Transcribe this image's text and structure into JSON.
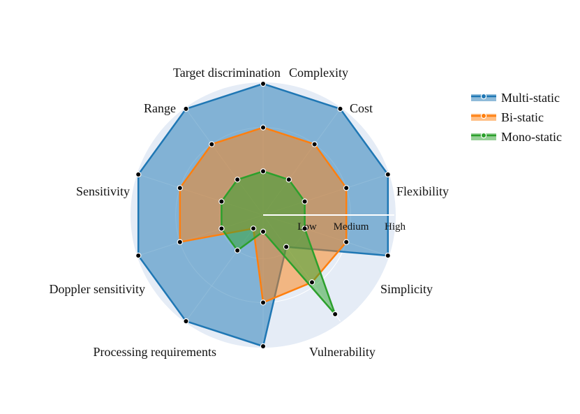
{
  "chart_data": {
    "type": "radar",
    "categories": [
      "Target discrimination",
      "Complexity",
      "Cost",
      "Flexibility",
      "Simplicity",
      "Vulnerability",
      "Processing requirements",
      "Doppler sensitivity",
      "Sensitivity",
      "Range"
    ],
    "radial_ticks": [
      "Low",
      "Medium",
      "High"
    ],
    "rmax": 3,
    "series": [
      {
        "name": "Multi-static",
        "color": "#1f77b4",
        "fill": "rgba(31,119,180,0.5)",
        "values": [
          3,
          3,
          3,
          3,
          0.9,
          3,
          3,
          3,
          3,
          3
        ]
      },
      {
        "name": "Bi-static",
        "color": "#ff7f0e",
        "fill": "rgba(255,127,14,0.5)",
        "values": [
          2,
          2,
          2,
          2,
          1.9,
          2,
          0.38,
          2,
          2,
          2
        ]
      },
      {
        "name": "Mono-static",
        "color": "#2ca02c",
        "fill": "rgba(44,160,44,0.5)",
        "values": [
          1,
          1,
          1,
          1,
          2.8,
          0.38,
          1,
          1,
          1,
          1
        ]
      }
    ]
  }
}
